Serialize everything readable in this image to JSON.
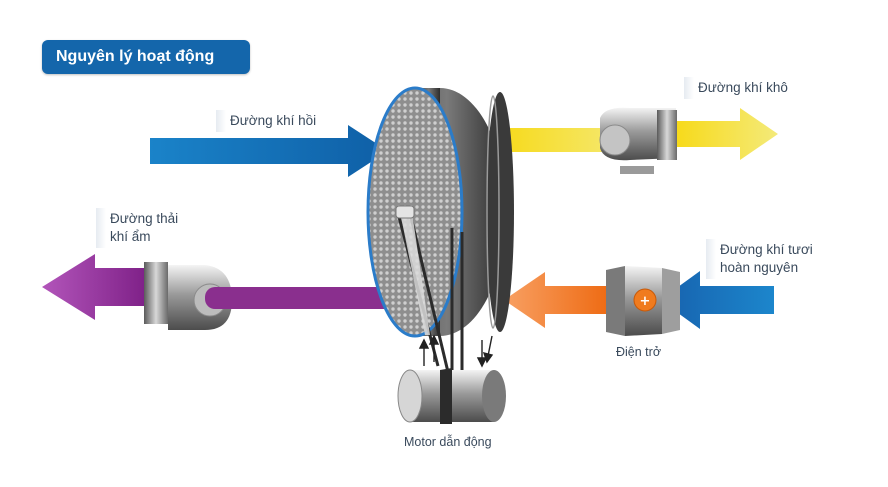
{
  "title": "Nguyên lý hoạt động",
  "labels": {
    "process_air_in": "Đường khí hồi",
    "dry_air_out": "Đường khí khô",
    "exhaust_line1": "Đường thải",
    "exhaust_line2": "khí ẩm",
    "reactivation_line1": "Đường khí tươi",
    "reactivation_line2": "hoàn nguyên",
    "heater": "Điện trở",
    "motor": "Motor dẫn động"
  },
  "icons": {
    "heater_symbol": "+"
  },
  "colors": {
    "process_air": "#1266b0",
    "dry_air": "#f5d20a",
    "exhaust_air": "#8a2f8e",
    "fresh_air": "#1c6fbc",
    "heated_air": "#f07b1e",
    "wheel_rim": "#2b7cc9"
  }
}
